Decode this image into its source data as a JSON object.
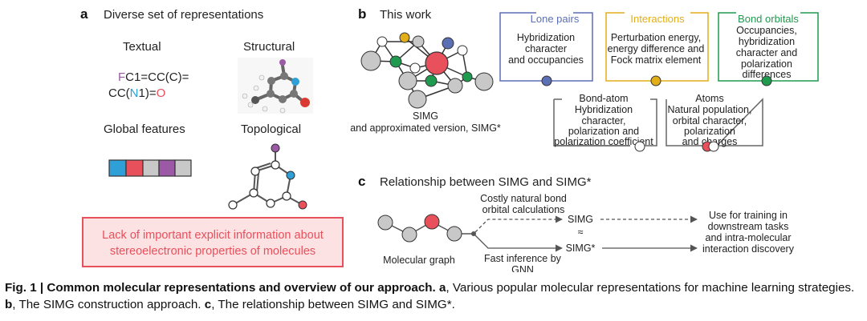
{
  "panel_a": {
    "letter": "a",
    "title": "Diverse set of representations",
    "textual": {
      "label": "Textual",
      "smiles_line1": [
        "F",
        "C1=CC(C)="
      ],
      "smiles_line2": [
        "CC(",
        "N",
        "1)=",
        "O"
      ]
    },
    "structural": {
      "label": "Structural"
    },
    "global": {
      "label": "Global features",
      "colors": [
        "#2f9fd8",
        "#e8505b",
        "#c8c8c8",
        "#9b59a6",
        "#c8c8c8"
      ]
    },
    "topological": {
      "label": "Topological"
    },
    "warning": {
      "line1": "Lack of important explicit information about",
      "line2": "stereoelectronic properties of molecules"
    }
  },
  "panel_b": {
    "letter": "b",
    "title": "This work",
    "graph_caption_line1": "SIMG",
    "graph_caption_line2": "and approximated version, SIMG*",
    "boxes": {
      "lone_pairs": {
        "title": "Lone pairs",
        "lines": [
          "Hybridization",
          "character",
          "and occupancies"
        ],
        "color": "#5b6fb5"
      },
      "interactions": {
        "title": "Interactions",
        "lines": [
          "Perturbation energy,",
          "energy difference and",
          "Fock matrix element"
        ],
        "color": "#e2ae1a"
      },
      "bond_orbitals": {
        "title": "Bond orbitals",
        "lines": [
          "Occupancies,",
          "hybridization",
          "character and",
          "polarization",
          "differences"
        ],
        "color": "#1f9a4e"
      },
      "bond_atom": {
        "lines": [
          "Bond-atom",
          "Hybridization",
          "character,",
          "polarization and",
          "polarization coefficient"
        ],
        "color": "#666666"
      },
      "atoms": {
        "lines": [
          "Atoms",
          "Natural population,",
          "orbital character,",
          "polarization",
          "and charges"
        ],
        "color": "#666666"
      }
    }
  },
  "panel_c": {
    "letter": "c",
    "title": "Relationship between SIMG and SIMG*",
    "mol_label": "Molecular graph",
    "costly_line1": "Costly natural bond",
    "costly_line2": "orbital calculations",
    "fast_line1": "Fast inference by",
    "fast_line2": "GNN",
    "simg": "SIMG",
    "approx": "≈",
    "simg_star": "SIMG*",
    "use_lines": [
      "Use for training in",
      "downstream tasks",
      "and intra-molecular",
      "interaction discovery"
    ]
  },
  "caption": {
    "fig_label": "Fig. 1 | Common molecular representations and overview of our approach.",
    "a_letter": "a",
    "a_text": ", Various popular molecular representations for machine learning strategies.",
    "b_letter": "b",
    "b_text": ", The SIMG construction approach.",
    "c_letter": "c",
    "c_text": ", The relationship between SIMG and SIMG*."
  }
}
